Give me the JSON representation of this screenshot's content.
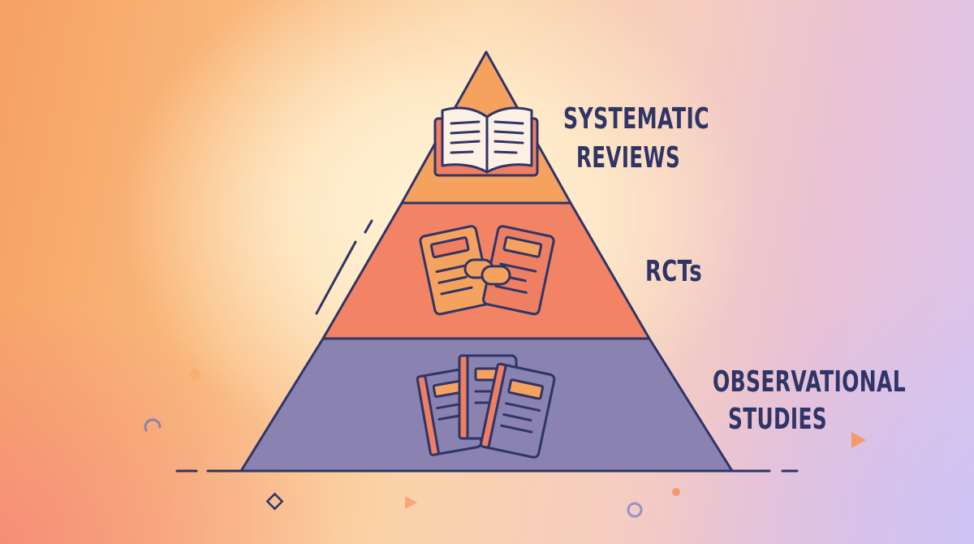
{
  "pyramid": {
    "tiers": [
      {
        "label_lines": [
          "SYSTEMATIC",
          "REVIEWS"
        ],
        "color": "#f6a25f",
        "icon": "open-book-icon"
      },
      {
        "label_lines": [
          "RCTs"
        ],
        "color": "#f28365",
        "icon": "linked-documents-icon"
      },
      {
        "label_lines": [
          "OBSERVATIONAL",
          "STUDIES"
        ],
        "color": "#8a82b0",
        "icon": "stacked-documents-icon"
      }
    ]
  },
  "colors": {
    "outline": "#2f3566",
    "accent_orange": "#f6a25f",
    "accent_coral": "#ee7f62",
    "paper": "#fdf1e6",
    "decor_orange": "#f39a6a",
    "decor_purple": "#9a8fc8"
  }
}
